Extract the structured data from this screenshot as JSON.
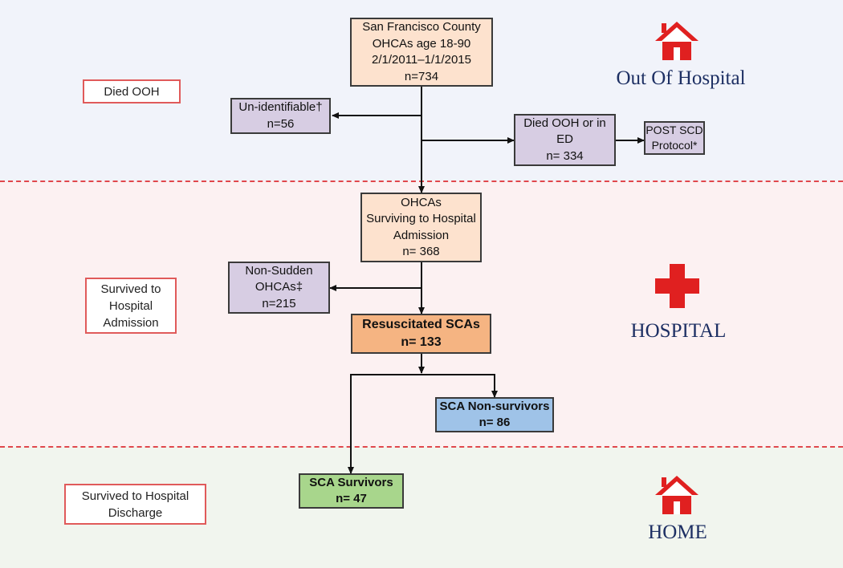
{
  "zones": {
    "out_of_hospital": {
      "label": "Out Of Hospital",
      "side_label": "Died OOH"
    },
    "hospital": {
      "label": "HOSPITAL",
      "side_label": "Survived to\nHospital\nAdmission"
    },
    "home": {
      "label": "HOME",
      "side_label": "Survived to Hospital\nDischarge"
    }
  },
  "boxes": {
    "sf_county": "San Francisco County\nOHCAs age 18-90\n2/1/2011–1/1/2015\nn=734",
    "unidentifiable": "Un-identifiable†\nn=56",
    "died_ooh_ed": "Died OOH or in\nED\nn= 334",
    "post_scd": "POST SCD\nProtocol*",
    "surviving_admission": "OHCAs\nSurviving to Hospital\nAdmission\nn= 368",
    "non_sudden": "Non-Sudden\nOHCAs‡\nn=215",
    "resuscitated": "Resuscitated SCAs\nn= 133",
    "non_survivors": "SCA Non-survivors\nn= 86",
    "survivors": "SCA Survivors\nn= 47"
  },
  "colors": {
    "peach": "#fde2ce",
    "lavender": "#d7cde3",
    "orange": "#f5b482",
    "blue": "#9fc3e8",
    "green": "#a8d68c",
    "red_icon": "#e02020",
    "zone_text": "#1d2f63"
  },
  "icons": [
    "house-icon",
    "red-cross-icon",
    "house-icon"
  ]
}
